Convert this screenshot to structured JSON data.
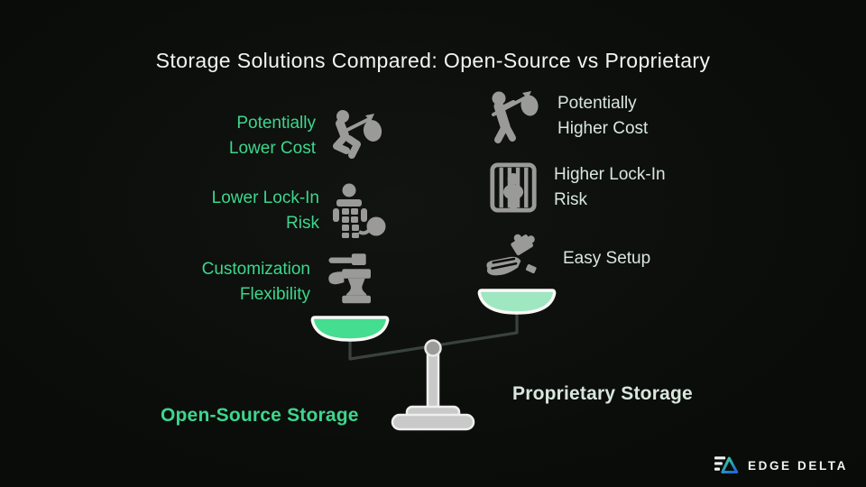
{
  "page": {
    "title": "Storage Solutions Compared: Open-Source vs Proprietary",
    "background_color": "#0b0d0b"
  },
  "left_column": {
    "label": "Open-Source Storage",
    "text_color": "#3dd68c",
    "items": [
      {
        "line1": "Potentially",
        "line2": "Lower Cost",
        "icon": "runner-money-bag-icon"
      },
      {
        "line1": "Lower Lock-In",
        "line2": "Risk",
        "icon": "ball-and-chain-icon"
      },
      {
        "line1": "Customization",
        "line2": "Flexibility",
        "icon": "anvil-hammer-icon"
      }
    ]
  },
  "right_column": {
    "label": "Proprietary Storage",
    "text_color": "#d9e7dc",
    "items": [
      {
        "line1": "Potentially",
        "line2": "Higher Cost",
        "icon": "carry-money-bag-icon"
      },
      {
        "line1": "Higher Lock-In",
        "line2": "Risk",
        "icon": "jail-icon"
      },
      {
        "line1": "Easy Setup",
        "line2": "",
        "icon": "hand-puzzle-icon"
      }
    ]
  },
  "scale": {
    "tilt": "left-pan-lower",
    "left_pan_color": "#45dd90",
    "right_pan_color": "#9ee7c1",
    "pan_border_color": "#faf8f5",
    "stand_color": "#c9c9c9",
    "beam_color": "#3a423d"
  },
  "footer": {
    "brand": "EDGE DELTA",
    "logo_green": "#3edc8e",
    "logo_blue": "#1e6fd9"
  },
  "icon_color": "#9a9a98"
}
